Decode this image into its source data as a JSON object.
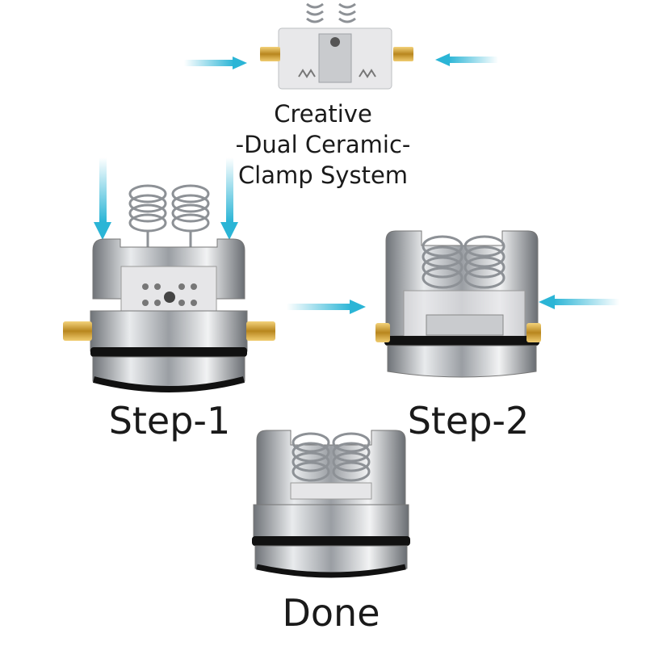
{
  "title_lines": [
    "Creative",
    "-Dual Ceramic-",
    "Clamp System"
  ],
  "steps": {
    "step1": "Step-1",
    "step2": "Step-2",
    "done": "Done"
  },
  "colors": {
    "arrow": "#2bb5d6",
    "steel": "#b8bcc0",
    "brass": "#d8a93a",
    "ceramic": "#e8e8ea",
    "oring": "#111111"
  }
}
